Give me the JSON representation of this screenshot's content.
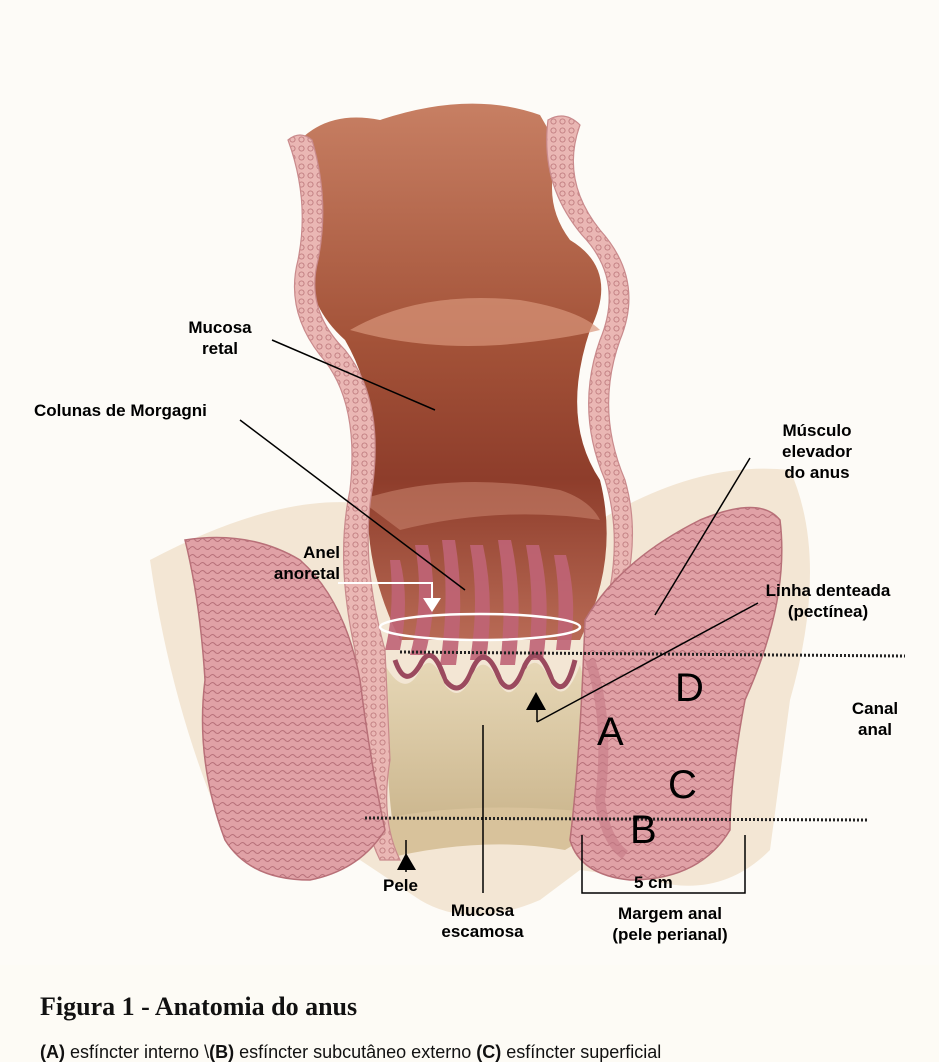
{
  "labels": {
    "mucosa_retal": [
      "Mucosa",
      "retal"
    ],
    "colunas": "Colunas de Morgagni",
    "musculo": [
      "Músculo",
      "elevador",
      "do anus"
    ],
    "anel": [
      "Anel",
      "anoretal"
    ],
    "linha": [
      "Linha denteada",
      "(pectínea)"
    ],
    "canal": [
      "Canal",
      "anal"
    ],
    "pele": "Pele",
    "mucosa_esc": [
      "Mucosa",
      "escamosa"
    ],
    "margem": [
      "Margem anal",
      "(pele perianal)"
    ],
    "cm": "5 cm"
  },
  "letters": {
    "a": "A",
    "b": "B",
    "c": "C",
    "d": "D"
  },
  "caption": {
    "title": "Figura 1 - Anatomia do anus",
    "parts": [
      {
        "tag": "(A)",
        "text": " esfíncter interno \\"
      },
      {
        "tag": "(B)",
        "text": " esfíncter subcutâneo externo "
      },
      {
        "tag": "(C)",
        "text": " esfíncter superficial"
      }
    ]
  },
  "colors": {
    "lumen": "#a8583e",
    "wall": "#e2a6a8",
    "squamous": "#dccaa5",
    "muscle": "#d9979e",
    "skin": "#f1e3d1"
  }
}
